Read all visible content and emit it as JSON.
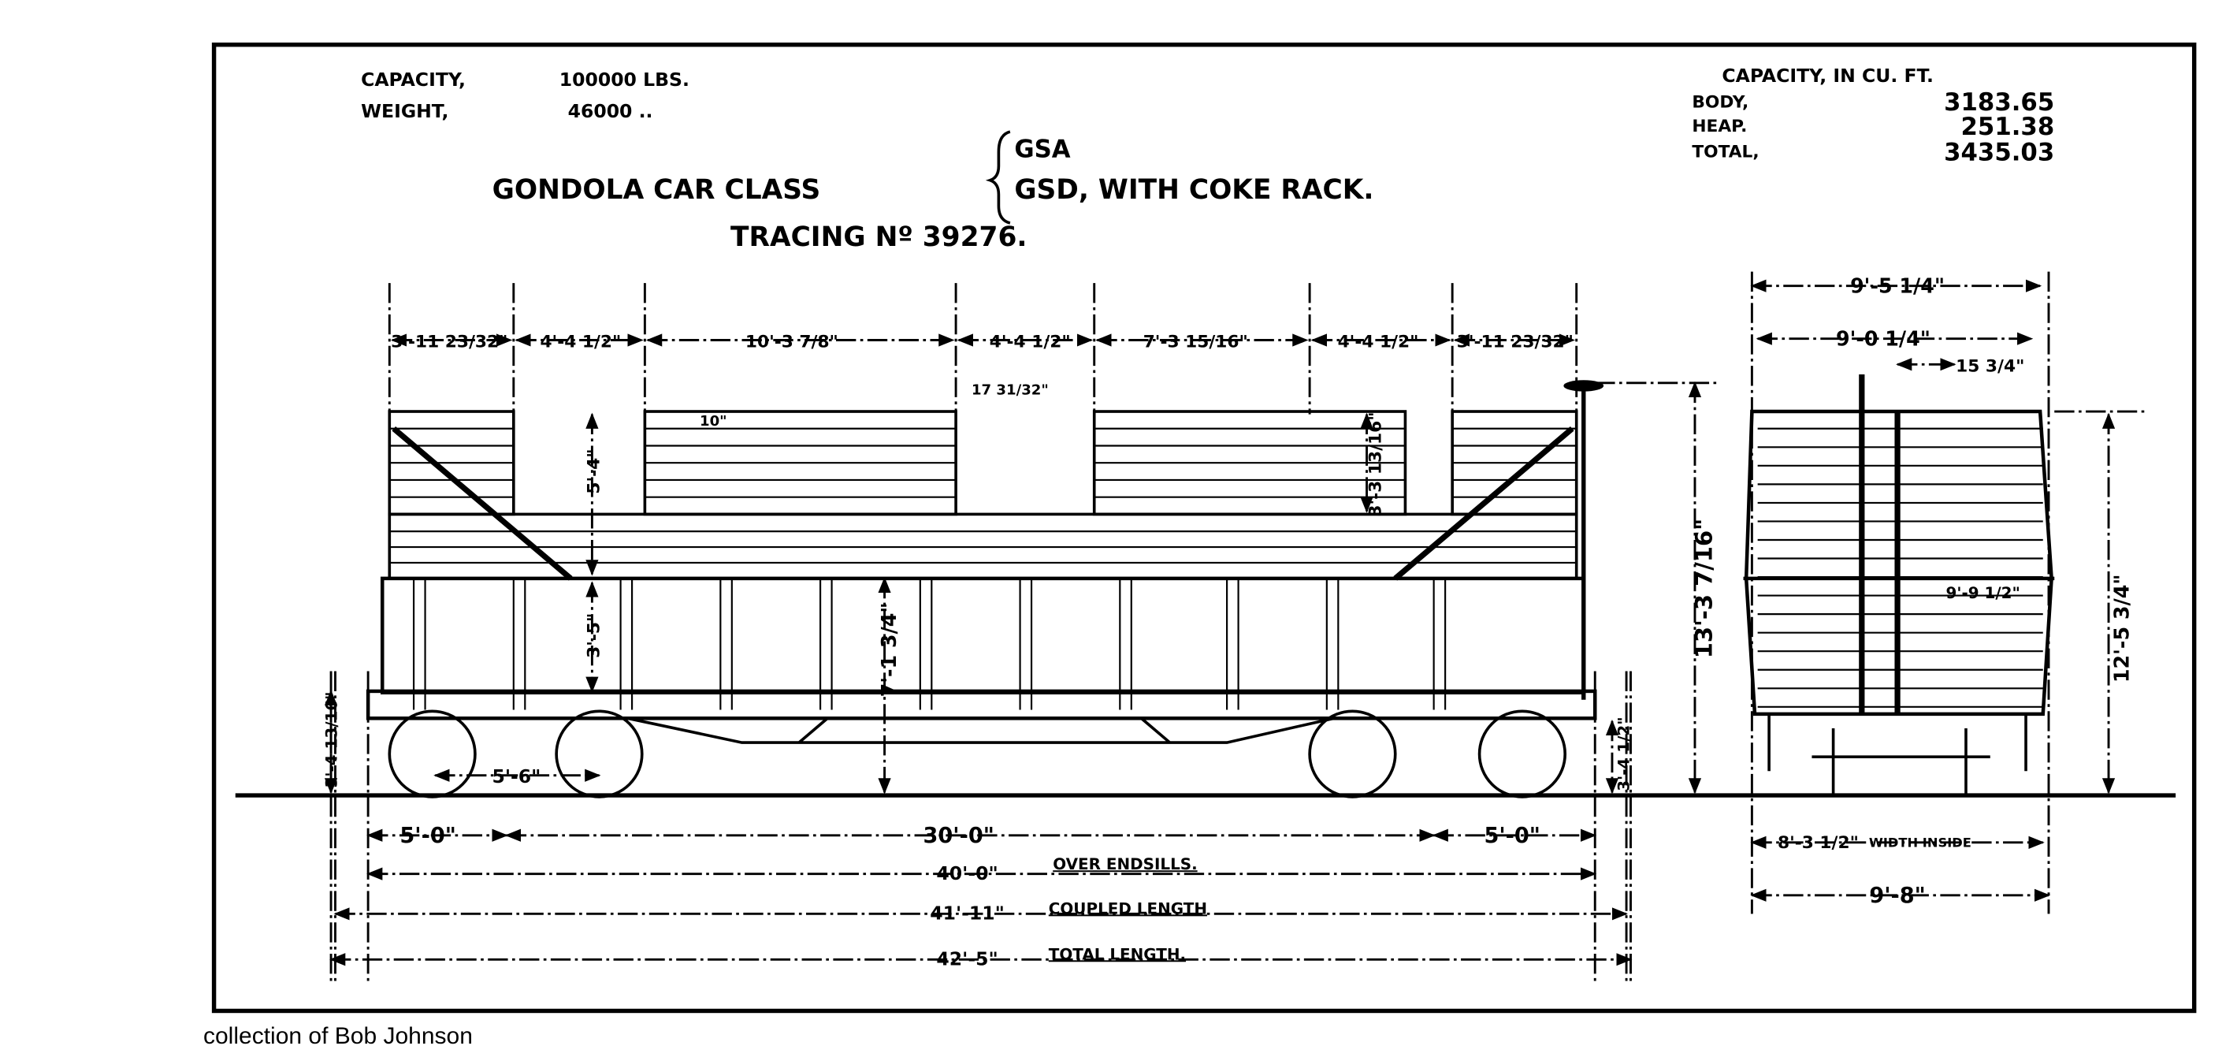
{
  "header": {
    "capacity_label": "CAPACITY,",
    "capacity_value": "100000 LBS.",
    "weight_label": "WEIGHT,",
    "weight_value": "46000 ..",
    "title_prefix": "GONDOLA CAR CLASS",
    "class_1": "GSA",
    "class_2": "GSD, WITH COKE RACK.",
    "tracing": "TRACING Nº 39276."
  },
  "capacity_cu_ft": {
    "heading": "CAPACITY, IN CU. FT.",
    "rows": [
      {
        "label": "BODY,",
        "value": "3183.65"
      },
      {
        "label": "HEAP.",
        "value": "251.38"
      },
      {
        "label": "TOTAL,",
        "value": "3435.03"
      }
    ]
  },
  "side_view": {
    "top_dims": [
      "3'-11 23/32\"",
      "4'-4 1/2\"",
      "10'-3 7/8\"",
      "4'-4 1/2\"",
      "7'-3 15/16\"",
      "4'-4 1/2\"",
      "3'-11 23/32\""
    ],
    "rack_gap": "17 31/32\"",
    "small_dim": "10\"",
    "upper_height": "5'-4\"",
    "lower_height": "3'-5\"",
    "rack_height": "3'-3 13/16\"",
    "floor_height": "7'-1 3/4\"",
    "overall_height": "13'-3 7/16\"",
    "sill_height_left": "3'-4 13/16\"",
    "sill_height_right": "3'-4 1/2\"",
    "wheelbase": "5'-6\"",
    "bottom_dims": {
      "truck_left": "5'-0\"",
      "truck_centers": "30'-0\"",
      "truck_right": "5'-0\"",
      "over_endsills": "40'-0\"",
      "over_endsills_label": "OVER ENDSILLS.",
      "coupled": "41'-11\"",
      "coupled_label": "COUPLED LENGTH",
      "total": "42'-5\"",
      "total_label": "TOTAL LENGTH."
    }
  },
  "end_view": {
    "width_top": "9'-5 1/4\"",
    "width_rack": "9'-0 1/4\"",
    "offset": "15 3/4\"",
    "width_sill": "9'-9 1/2\"",
    "height": "12'-5 3/4\"",
    "width_inside": "8'-3 1/2\"",
    "width_inside_label": "WIDTH INSIDE",
    "width_overall": "9'-8\""
  },
  "caption": "collection of Bob Johnson"
}
